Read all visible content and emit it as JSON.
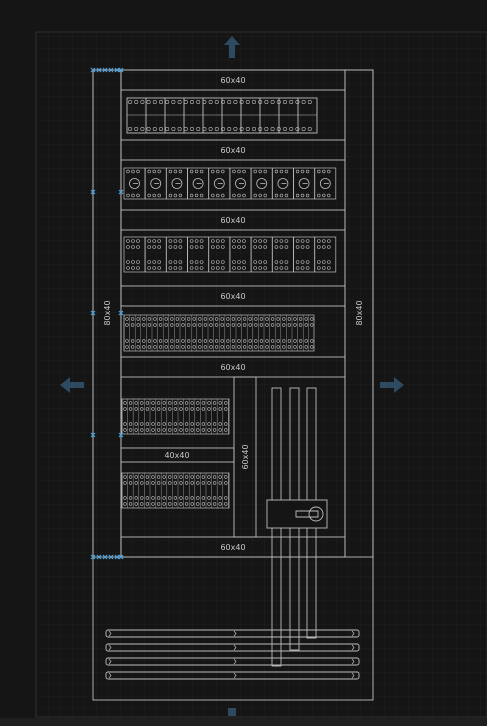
{
  "colors": {
    "background": "#151515",
    "grid": "#262626",
    "canvas_border": "#2e2e2e",
    "line": "#bdbdbd",
    "selection": "#4aa3e0",
    "arrow": "#2d4a60",
    "text": "#c9c9c9"
  },
  "icons": {
    "nav_up": "arrow-up-icon",
    "nav_left": "arrow-left-icon",
    "nav_right": "arrow-right-icon",
    "breaker": "rotary-breaker-icon",
    "main_switch": "rotary-switch-icon"
  },
  "labels": {
    "duct_1": "60x40",
    "duct_2": "60x40",
    "duct_3": "60x40",
    "duct_4": "60x40",
    "duct_5": "60x40",
    "duct_6": "40x40",
    "duct_vertical_inner": "60x40",
    "duct_bottom": "60x40",
    "duct_left": "80x40",
    "duct_right": "80x40"
  }
}
